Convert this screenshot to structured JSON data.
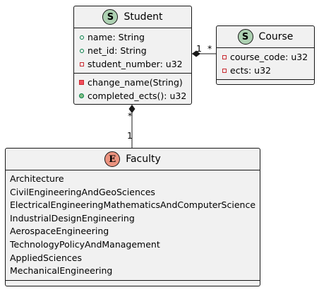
{
  "student": {
    "name": "Student",
    "stereotype_letter": "S",
    "attributes": [
      {
        "visibility": "public",
        "text": "name: String"
      },
      {
        "visibility": "public",
        "text": "net_id: String"
      },
      {
        "visibility": "private",
        "text": "student_number: u32"
      }
    ],
    "methods": [
      {
        "visibility": "private",
        "text": "change_name(String)"
      },
      {
        "visibility": "public",
        "text": "completed_ects(): u32"
      }
    ]
  },
  "course": {
    "name": "Course",
    "stereotype_letter": "S",
    "attributes": [
      {
        "visibility": "private",
        "text": "course_code: u32"
      },
      {
        "visibility": "private",
        "text": "ects: u32"
      }
    ]
  },
  "faculty": {
    "name": "Faculty",
    "stereotype_letter": "E",
    "values": [
      "Architecture",
      "CivilEngineeringAndGeoSciences",
      "ElectricalEngineeringMathematicsAndComputerScience",
      "IndustrialDesignEngineering",
      "AerospaceEngineering",
      "TechnologyPolicyAndManagement",
      "AppliedSciences",
      "MechanicalEngineering"
    ]
  },
  "links": {
    "student_course": {
      "student_end": "1",
      "course_end": "*"
    },
    "student_faculty": {
      "student_end": "*",
      "faculty_end": "1"
    }
  },
  "colors": {
    "class_fill": "#F1F1F1",
    "border": "#181818",
    "struct_badge": "#ADD1B2",
    "enum_badge": "#EB937F",
    "public": "#038048",
    "private": "#C82930"
  }
}
